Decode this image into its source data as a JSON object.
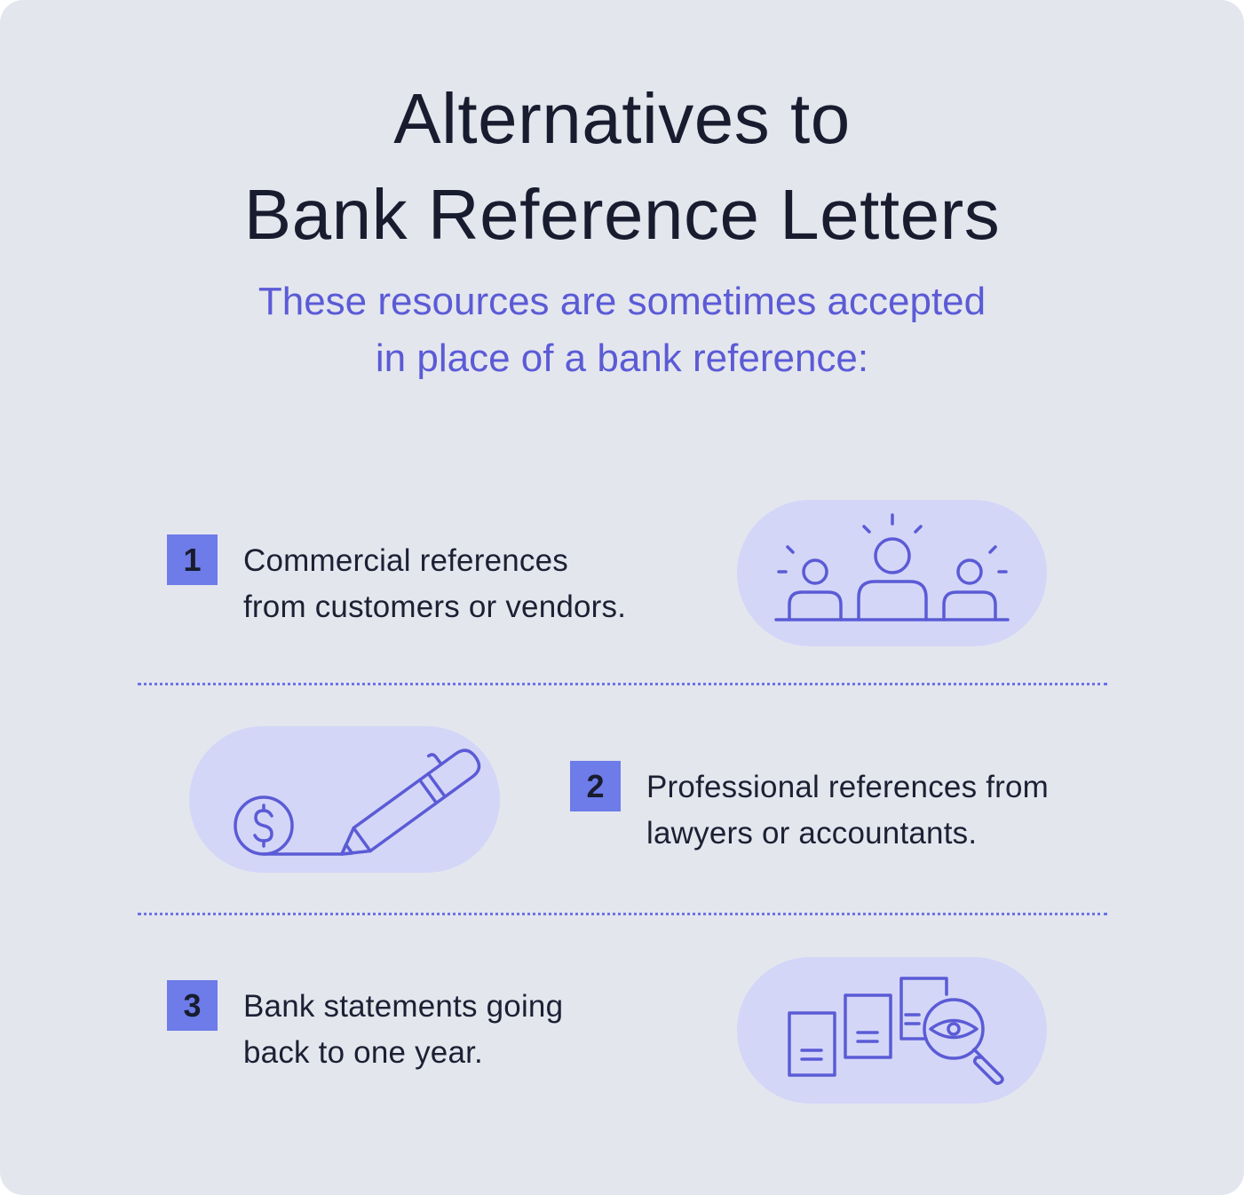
{
  "header": {
    "title_line1": "Alternatives to",
    "title_line2": "Bank Reference Letters",
    "subtitle_line1": "These resources are sometimes accepted",
    "subtitle_line2": "in place of a bank reference:"
  },
  "items": [
    {
      "number": "1",
      "line1": "Commercial references",
      "line2": "from customers or vendors.",
      "icon": "people-icon"
    },
    {
      "number": "2",
      "line1": "Professional references from",
      "line2": "lawyers or accountants.",
      "icon": "pen-signature-dollar-icon"
    },
    {
      "number": "3",
      "line1": "Bank statements going",
      "line2": "back to one year.",
      "icon": "documents-magnifier-icon"
    }
  ],
  "colors": {
    "background": "#e4e6ee",
    "accent": "#5b5bd6",
    "badge": "#6d7ce8",
    "pill": "#d3d6f7",
    "text": "#181c2e"
  }
}
